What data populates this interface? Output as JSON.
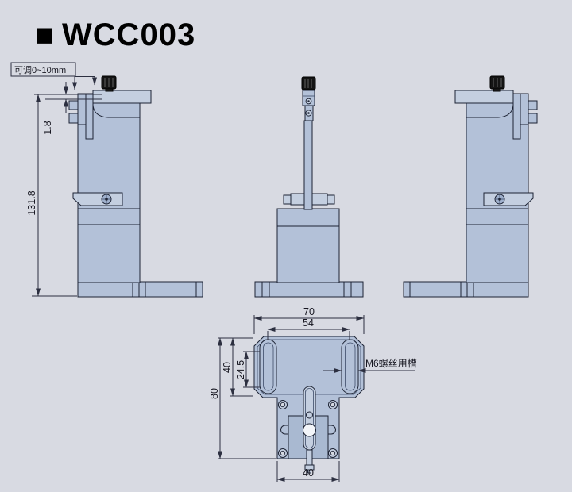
{
  "title": {
    "marker": "■",
    "text": "WCC003"
  },
  "callouts": {
    "adjust_range": "可调0~10mm",
    "m6_slot": "M6螺丝用槽"
  },
  "dims": {
    "plate_gap": "1.8",
    "height_total": "131.8",
    "base_width": "70",
    "slot_span": "54",
    "plate_depth": "40",
    "slot_len": "24.5",
    "total_depth": "80",
    "block_width": "40"
  },
  "colors": {
    "background": "#d8dae2",
    "part_fill": "#b3c1d8",
    "part_fill_light": "#c4cfe0",
    "part_fill_dark": "#a9b9d1",
    "outline": "#1d2334",
    "dimension_line": "#2c2f40",
    "knob_black": "#141414",
    "hole_white": "#f3f5f9"
  }
}
